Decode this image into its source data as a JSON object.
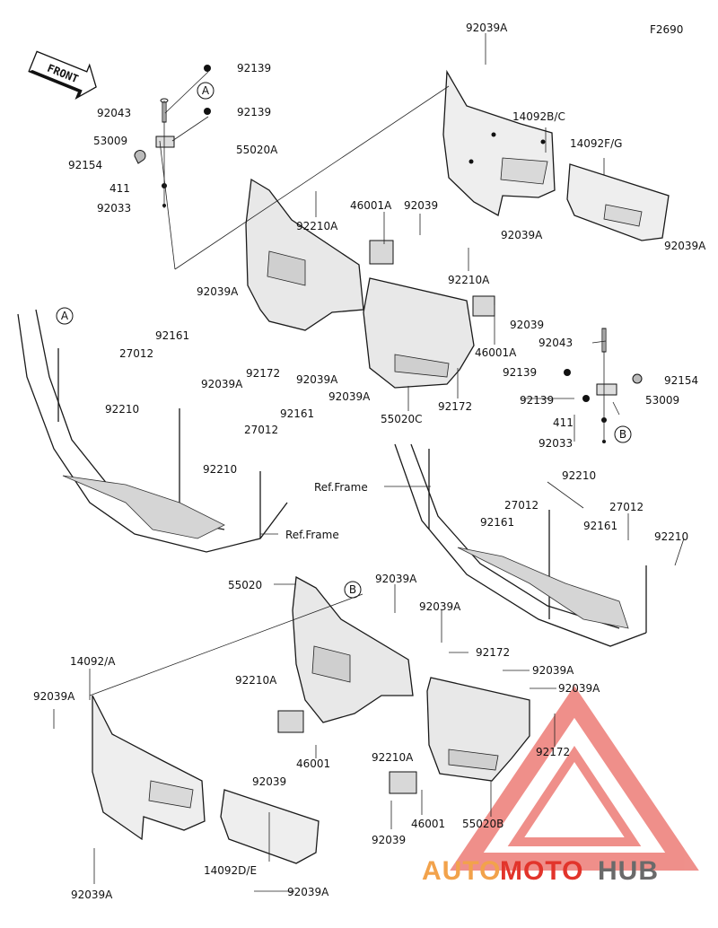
{
  "figure_code": "F2690",
  "front_label": "FRONT",
  "ref_frame_label": "Ref.Frame",
  "markers": {
    "a": "A",
    "b": "B"
  },
  "labels": {
    "p92039A_top": "92039A",
    "p92139_a": "92139",
    "p92139_b": "92139",
    "p92043_l": "92043",
    "p53009_l": "53009",
    "p92154_l": "92154",
    "p411_l": "411",
    "p92033_l": "92033",
    "p55020A": "55020A",
    "p14092BC": "14092B/C",
    "p14092FG": "14092F/G",
    "p46001A_1": "46001A",
    "p92039_1": "92039",
    "p92210A_1": "92210A",
    "p92039A_2": "92039A",
    "p92039A_3": "92039A",
    "p92210A_2": "92210A",
    "p92039A_4": "92039A",
    "p92039_2": "92039",
    "p46001A_2": "46001A",
    "p92172_1": "92172",
    "p92039A_5": "92039A",
    "p92039A_6": "92039A",
    "p92039A_7": "92039A",
    "p92172_2": "92172",
    "p55020C": "55020C",
    "p92161_1": "92161",
    "p27012_1": "27012",
    "p92210_1": "92210",
    "p27012_2": "27012",
    "p92161_2": "92161",
    "p92210_2": "92210",
    "p92043_r": "92043",
    "p92139_c": "92139",
    "p92154_r": "92154",
    "p92139_d": "92139",
    "p53009_r": "53009",
    "p411_r": "411",
    "p92033_r": "92033",
    "p92210_3": "92210",
    "p27012_3": "27012",
    "p27012_4": "27012",
    "p92161_3": "92161",
    "p92161_4": "92161",
    "p92210_4": "92210",
    "p55020": "55020",
    "p92039A_8": "92039A",
    "p92039A_9": "92039A",
    "p14092A": "14092/A",
    "p92172_3": "92172",
    "p92210A_3": "92210A",
    "p92039A_10": "92039A",
    "p92039A_11": "92039A",
    "p92039A_12": "92039A",
    "p92172_4": "92172",
    "p46001_1": "46001",
    "p92039_3": "92039",
    "p92210A_4": "92210A",
    "p46001_2": "46001",
    "p55020B": "55020B",
    "p92039_4": "92039",
    "p92039A_13": "92039A",
    "p14092DE": "14092D/E",
    "p92039A_14": "92039A"
  },
  "watermark": {
    "part1": "AUTO",
    "part2": "MOTO",
    "part3": "HUB"
  },
  "colors": {
    "watermark_orange": "#f2a24b",
    "watermark_red": "#e2342b",
    "watermark_gray": "#6a6a6a",
    "line": "#222222"
  }
}
